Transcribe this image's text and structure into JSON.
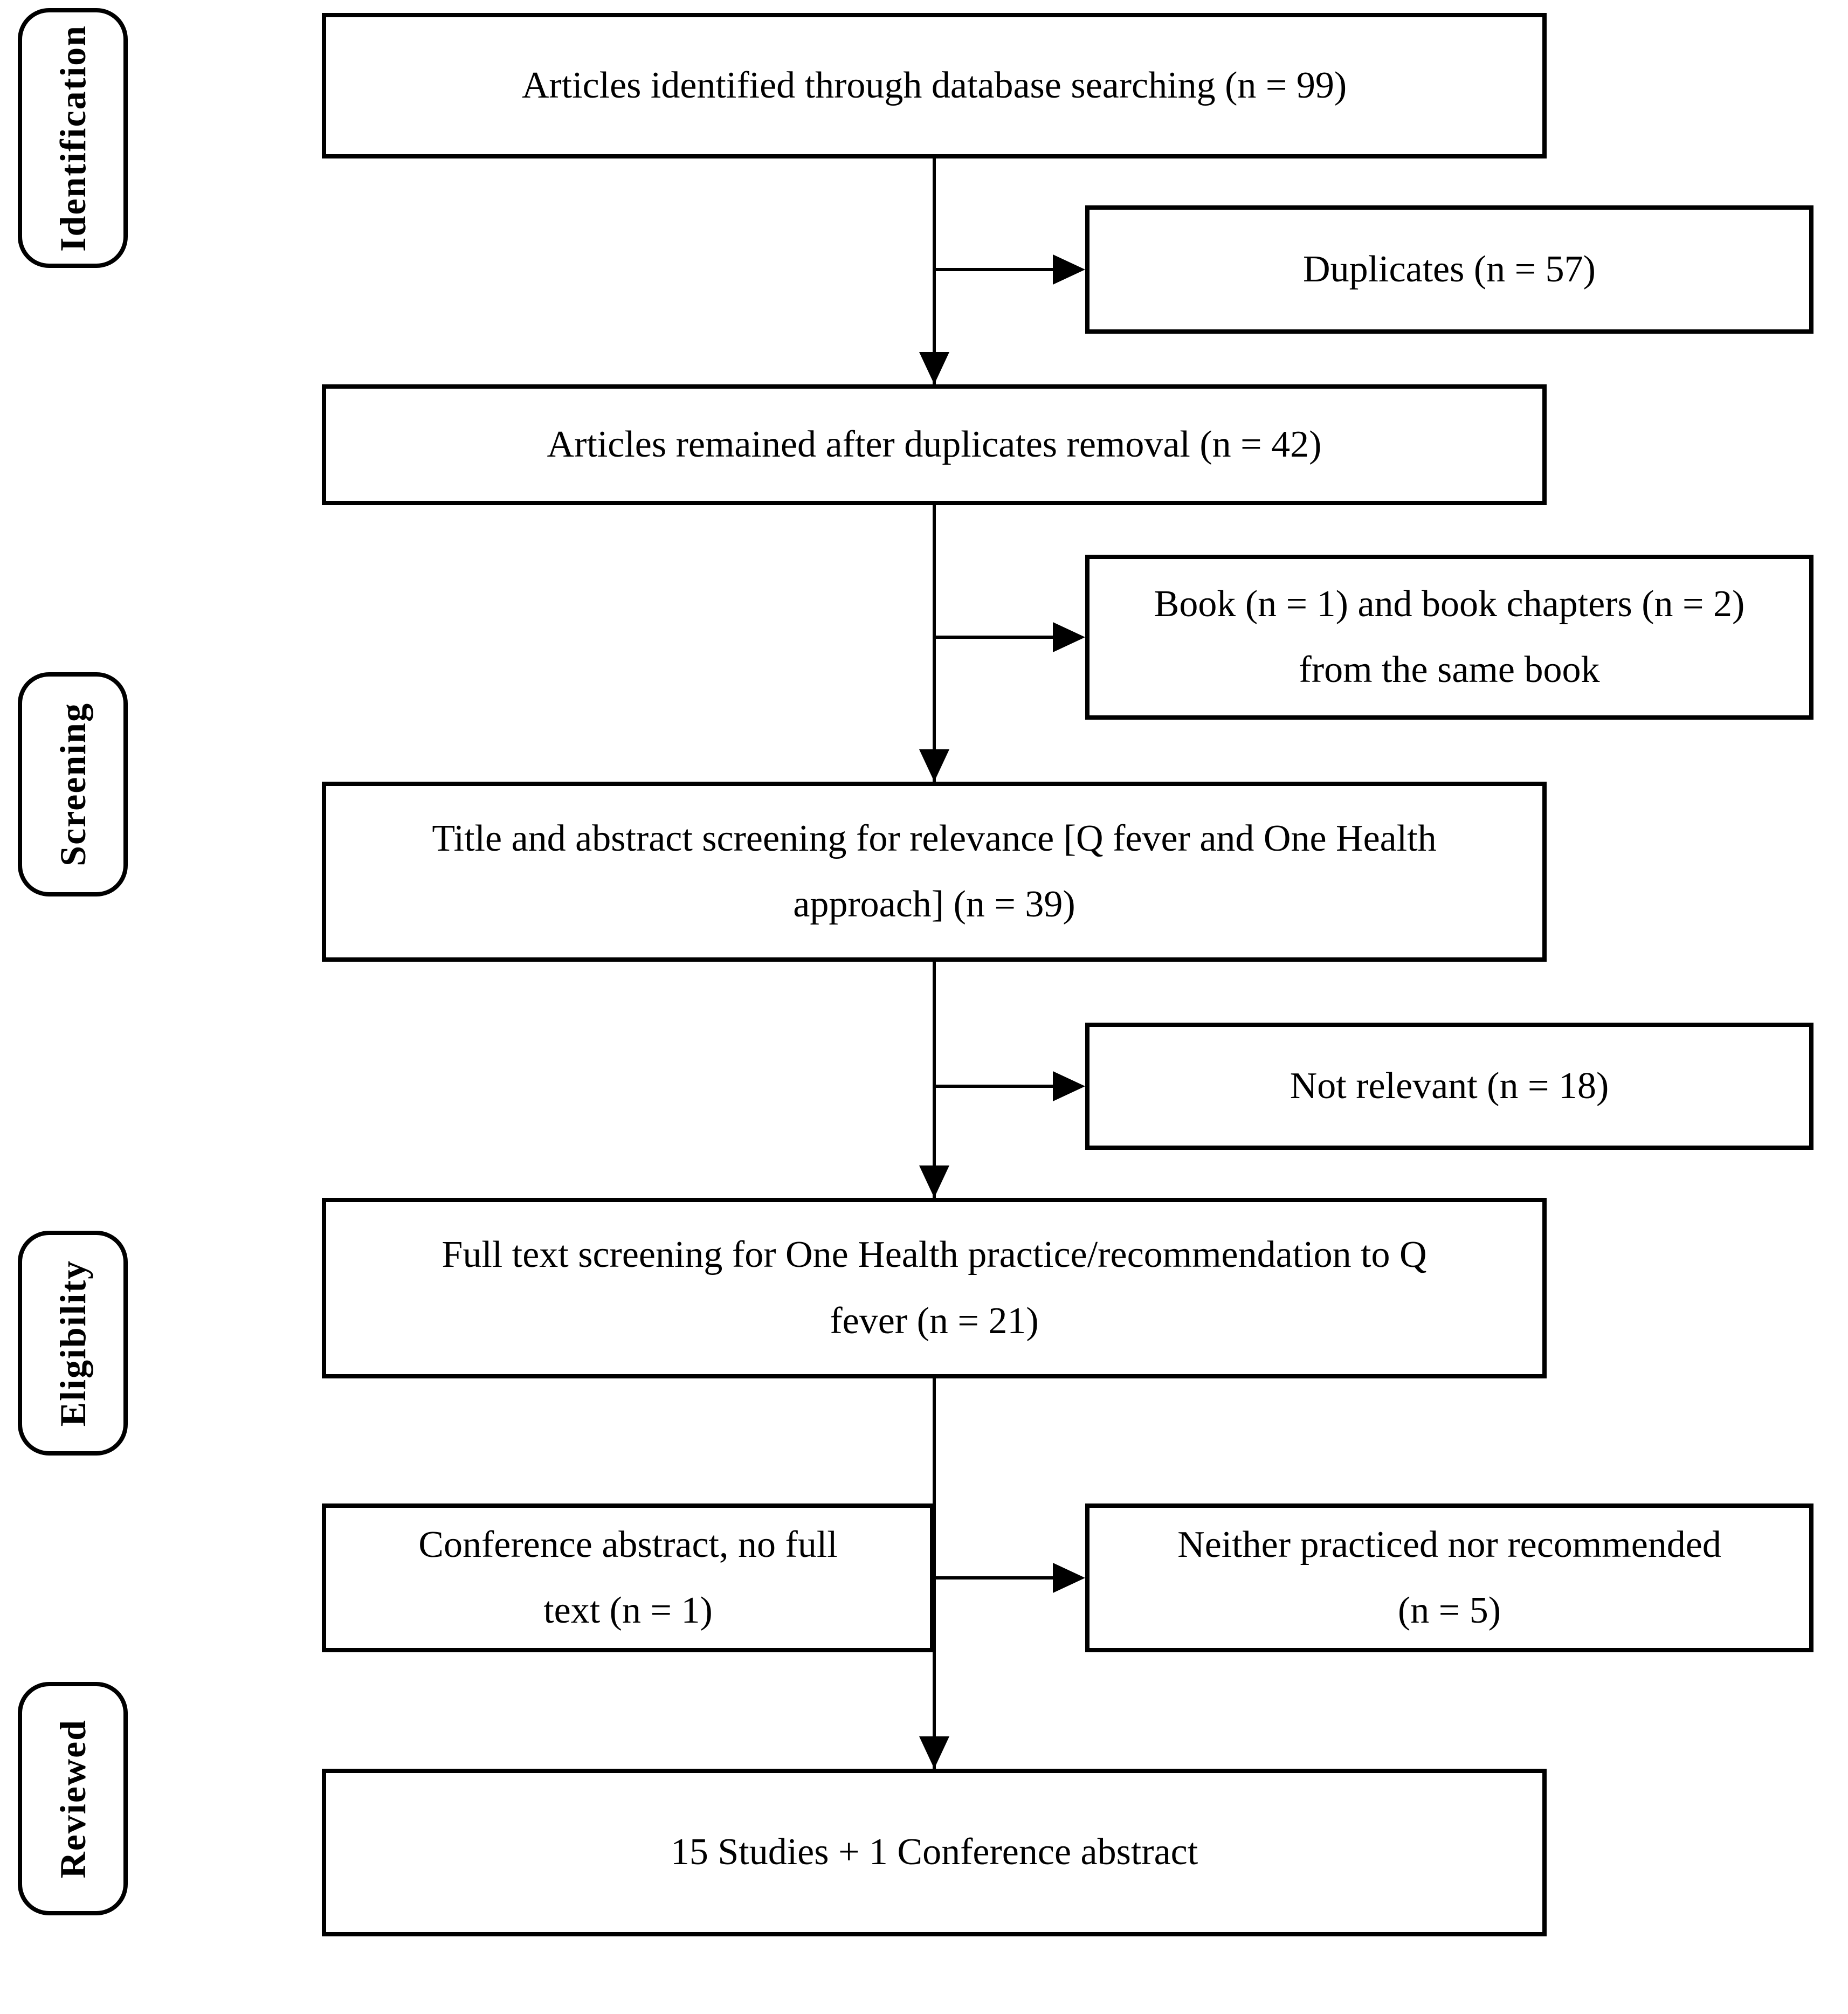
{
  "figure": {
    "type": "prisma-flowchart",
    "colors": {
      "background": "#ffffff",
      "line": "#000000",
      "text": "#000000"
    },
    "stages": [
      {
        "label": "Identification"
      },
      {
        "label": "Screening"
      },
      {
        "label": "Eligibility"
      },
      {
        "label": "Reviewed"
      }
    ],
    "nodes": {
      "identified": {
        "lines": [
          "Articles identified through database searching (n = 99)"
        ]
      },
      "duplicates": {
        "lines": [
          "Duplicates (n = 57)"
        ]
      },
      "remained": {
        "lines": [
          "Articles remained after duplicates removal (n = 42)"
        ]
      },
      "book_excluded": {
        "lines": [
          "Book (n = 1) and book chapters (n = 2)",
          "from the same book"
        ]
      },
      "title_abstract": {
        "lines": [
          "Title and abstract screening for relevance [Q fever and One Health",
          "approach] (n = 39)"
        ]
      },
      "not_relevant": {
        "lines": [
          "Not relevant (n = 18)"
        ]
      },
      "full_text": {
        "lines": [
          "Full text screening for One Health practice/recommendation to Q",
          "fever (n = 21)"
        ]
      },
      "conference_abstract": {
        "lines": [
          "Conference abstract, no full",
          "text (n = 1)"
        ]
      },
      "neither_practiced": {
        "lines": [
          "Neither practiced nor recommended",
          "(n = 5)"
        ]
      },
      "final_included": {
        "lines": [
          "15 Studies + 1 Conference abstract"
        ]
      }
    }
  }
}
